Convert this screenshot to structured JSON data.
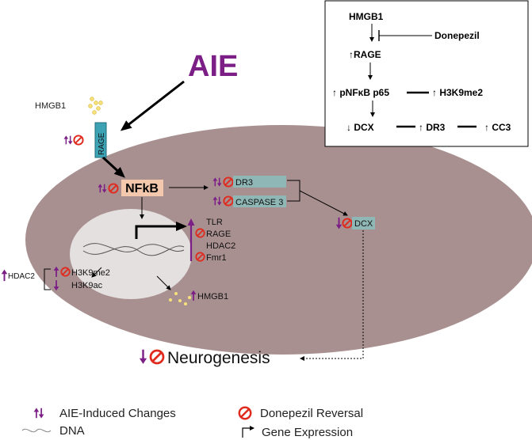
{
  "diagram": {
    "title": "AIE",
    "ligand": "HMGB1",
    "receptor": "RAGE",
    "central_node": "NFkB",
    "death_receptor": "DR3",
    "caspase": "CASPASE 3",
    "dcx": "DCX",
    "nuclear_targets": [
      "TLR",
      "RAGE",
      "HDAC2",
      "Fmr1"
    ],
    "histone_enzyme": "HDAC2",
    "histone_marks": [
      "H3K9me2",
      "H3K9ac"
    ],
    "released_ligand": "HMGB1",
    "outcome": "Neurogenesis"
  },
  "summary_box": {
    "ligand": "HMGB1",
    "drug": "Donepezil",
    "receptor": "↑RAGE",
    "transcription_factor": "↑ pNFκB p65",
    "histone_mark": "↑ H3K9me2",
    "dcx": "↓  DCX",
    "dr3": "↑ DR3",
    "cc3": "↑ CC3"
  },
  "legend": {
    "aie_changes": "AIE-Induced Changes",
    "donepezil_reversal": "Donepezil Reversal",
    "dna": "DNA",
    "gene_expression": "Gene Expression"
  },
  "colors": {
    "cell": "#a99090",
    "nucleus": "#e4e0df",
    "aie_text": "#7b1f86",
    "arrow_purple": "#7b1f86",
    "reversal_red": "#e02a1e",
    "receptor_teal": "#3ea2b5",
    "label_box_teal": "#8fb7b5",
    "nfkb_box": "#f3c8ad",
    "vesicle": "#f7e27a"
  },
  "icons": {
    "aie_change": "up-down-purple-arrows",
    "reversal": "prohibition-circle-icon",
    "dna": "wavy-line-icon",
    "gene_expression": "bent-arrow-icon"
  }
}
